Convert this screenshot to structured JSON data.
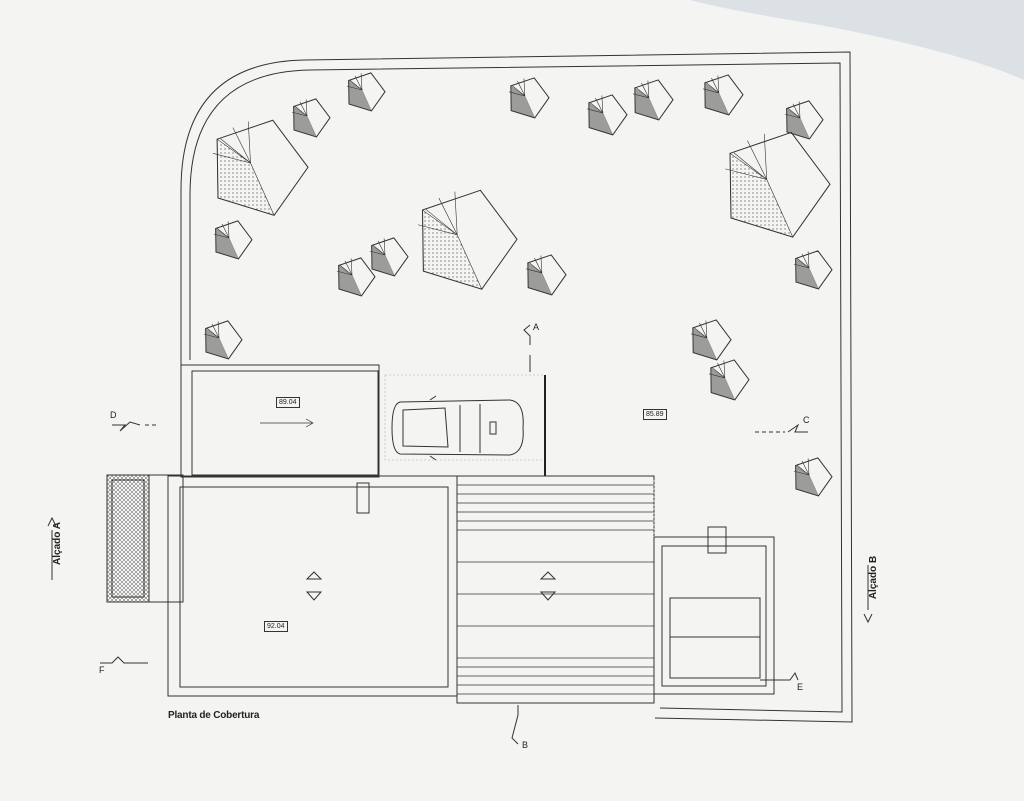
{
  "drawing": {
    "caption": "Planta de Cobertura"
  },
  "elevation_marks": {
    "a": "Alçado A",
    "b": "Alçado B"
  },
  "section_marks": {
    "a": "A",
    "b": "B",
    "c": "C",
    "d": "D",
    "e": "E",
    "f": "F"
  },
  "levels": {
    "left_block": "89.04",
    "garden": "85.89",
    "main_roof": "92.04"
  },
  "colors": {
    "ink": "#222222",
    "paper": "#f4f4f2"
  }
}
